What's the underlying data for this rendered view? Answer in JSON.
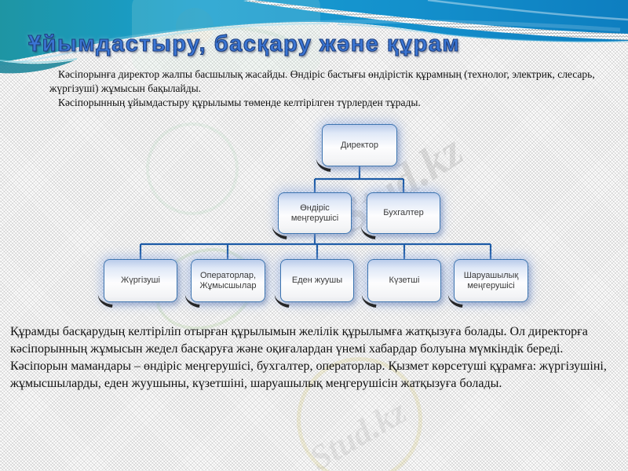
{
  "slide": {
    "title": "Ұйымдастыру, басқару және құрам"
  },
  "intro": {
    "p1": "Кәсіпорынға директор жалпы басшылық жасайды. Өндіріс бастығы өндірістік құрамның (технолог, электрик, слесарь, жүргізуші) жұмысын бақылайды.",
    "p2": "Кәсіпорынның ұйымдастыру құрылымы төменде келтірілген түрлерден тұрады."
  },
  "org_chart": {
    "type": "org-tree",
    "nodes": {
      "director": {
        "label": "Директор",
        "level": 1
      },
      "production_manager": {
        "label": "Өндіріс меңгерушісі",
        "level": 2,
        "reports_to": "Директор"
      },
      "accountant": {
        "label": "Бухгалтер",
        "level": 2,
        "reports_to": "Директор"
      },
      "driver": {
        "label": "Жүргізуші",
        "level": 3,
        "reports_to": "Өндіріс меңгерушісі"
      },
      "operators_workers": {
        "label": "Операторлар, Жұмысшылар",
        "level": 3,
        "reports_to": "Өндіріс меңгерушісі"
      },
      "floor_cleaner": {
        "label": "Еден жуушы",
        "level": 3,
        "reports_to": "Өндіріс меңгерушісі"
      },
      "guard": {
        "label": "Күзетші",
        "level": 3,
        "reports_to": "Өндіріс меңгерушісі"
      },
      "household_manager": {
        "label": "Шаруашылық меңгерушісі",
        "level": 3,
        "reports_to": "Өндіріс меңгерушісі"
      }
    }
  },
  "outro": {
    "p1": "Құрамды басқарудың келтіріліп отырған құрылымын желілік құрылымға жатқызуға болады. Ол директорға кәсіпорынның жұмысын жедел басқаруға және оқиғалардан үнемі хабардар болуына мүмкіндік береді.",
    "p2": "Кәсіпорын мамандары – өндіріс меңгерушісі,  бухгалтер, операторлар.  Қызмет көрсетуші құрамға:  жүргізушіні, жұмысшыларды,  еден жуушыны, күзетшіні, шаруашылық меңгерушісін жатқызуға болады."
  },
  "watermark": {
    "text": "Stud.kz"
  },
  "colors": {
    "banner_teal": "#1e95a3",
    "banner_blue": "#1490cc",
    "banner_deep_blue": "#0d7ec0",
    "title_blue": "#3b76d4",
    "connector_blue": "#1d5ba6",
    "node_border_blue": "#3d74b0",
    "node_text": "#3a3a3a"
  }
}
